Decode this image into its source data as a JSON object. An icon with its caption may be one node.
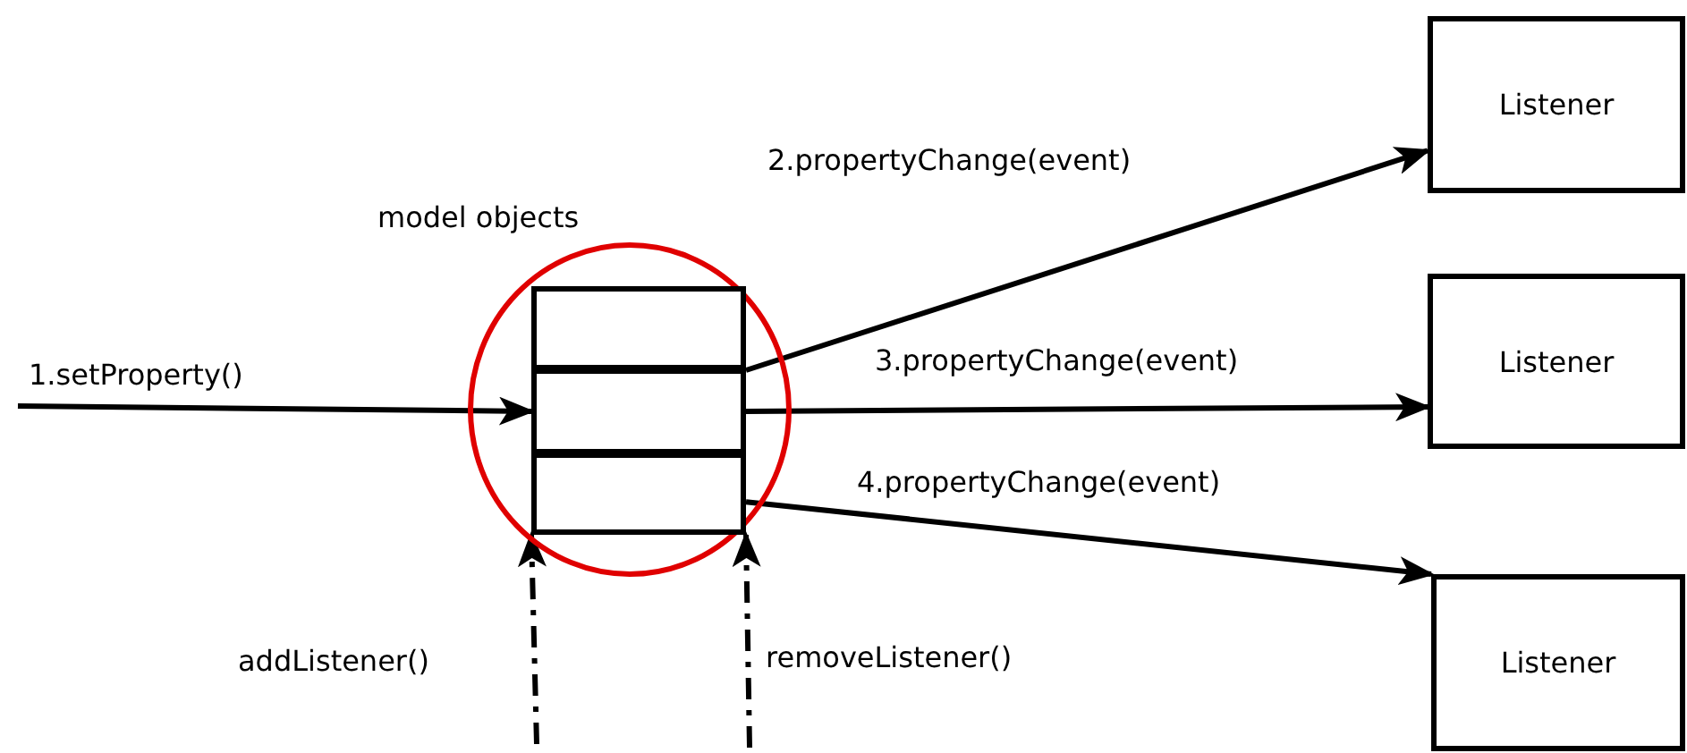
{
  "diagram": {
    "nodes": [
      {
        "text": [
          "model objects"
        ]
      },
      {
        "text": [],
        "shape": "box",
        "in": 0
      },
      {
        "text": [],
        "shape": "box",
        "in": 0
      },
      {
        "text": [],
        "shape": "box",
        "in": 0
      },
      {
        "text": [
          "Listener"
        ]
      },
      {
        "text": [
          "Listener"
        ]
      },
      {
        "text": [
          "Listener"
        ]
      }
    ],
    "edges": [
      {
        "from": null,
        "to": 2,
        "arrow": "to",
        "label": "1.setProperty()"
      },
      {
        "from": 1,
        "to": 4,
        "arrow": "to",
        "label": "2.propertyChange(event)"
      },
      {
        "from": 2,
        "to": 5,
        "arrow": "to",
        "label": "3.propertyChange(event)"
      },
      {
        "from": 3,
        "to": 6,
        "arrow": "to",
        "label": "4.propertyChange(event)"
      },
      {
        "from": null,
        "to": 3,
        "arrow": "to",
        "label": "addListener()",
        "style": "dashed"
      },
      {
        "from": null,
        "to": 3,
        "arrow": "to",
        "label": "removeListener()",
        "style": "dashed"
      }
    ]
  }
}
